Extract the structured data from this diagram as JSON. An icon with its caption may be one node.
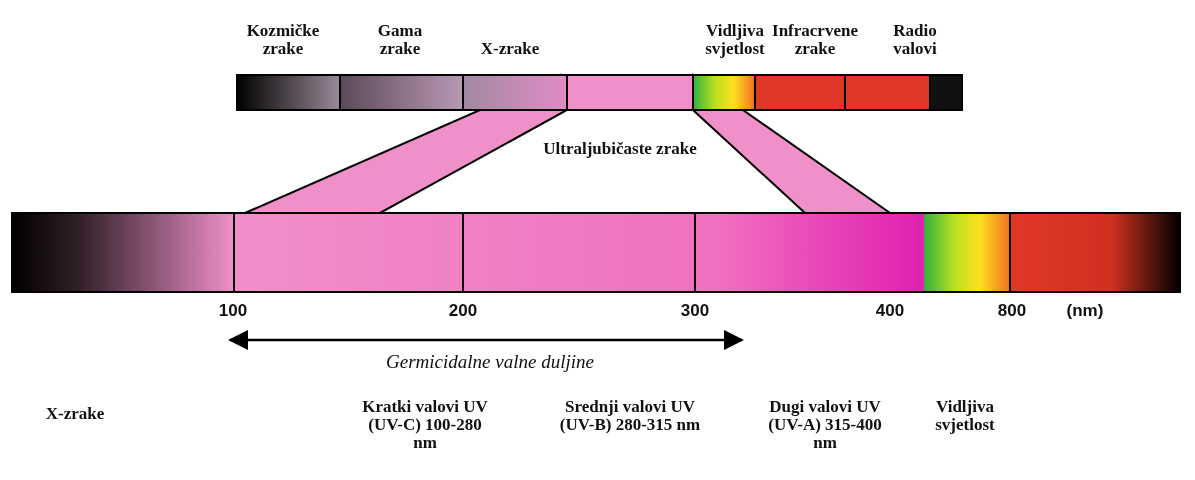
{
  "diagram": {
    "labels": [
      "Kozmičke zrake",
      "Gama zrake",
      "X-zrake",
      "Vidljiva svjetlost",
      "Infracrvene zrake",
      "Radio valovi",
      "Ultraljubičaste zrake",
      "100",
      "200",
      "300",
      "400",
      "800",
      "(nm)",
      "Germicidalne valne duljine",
      "X-zrake",
      "Kratki valovi UV (UV-C) 100-280 nm",
      "Srednji valovi UV (UV-B) 280-315 nm",
      "Dugi valovi UV (UV-A) 315-400 nm",
      "Vidljiva svjetlost"
    ]
  }
}
